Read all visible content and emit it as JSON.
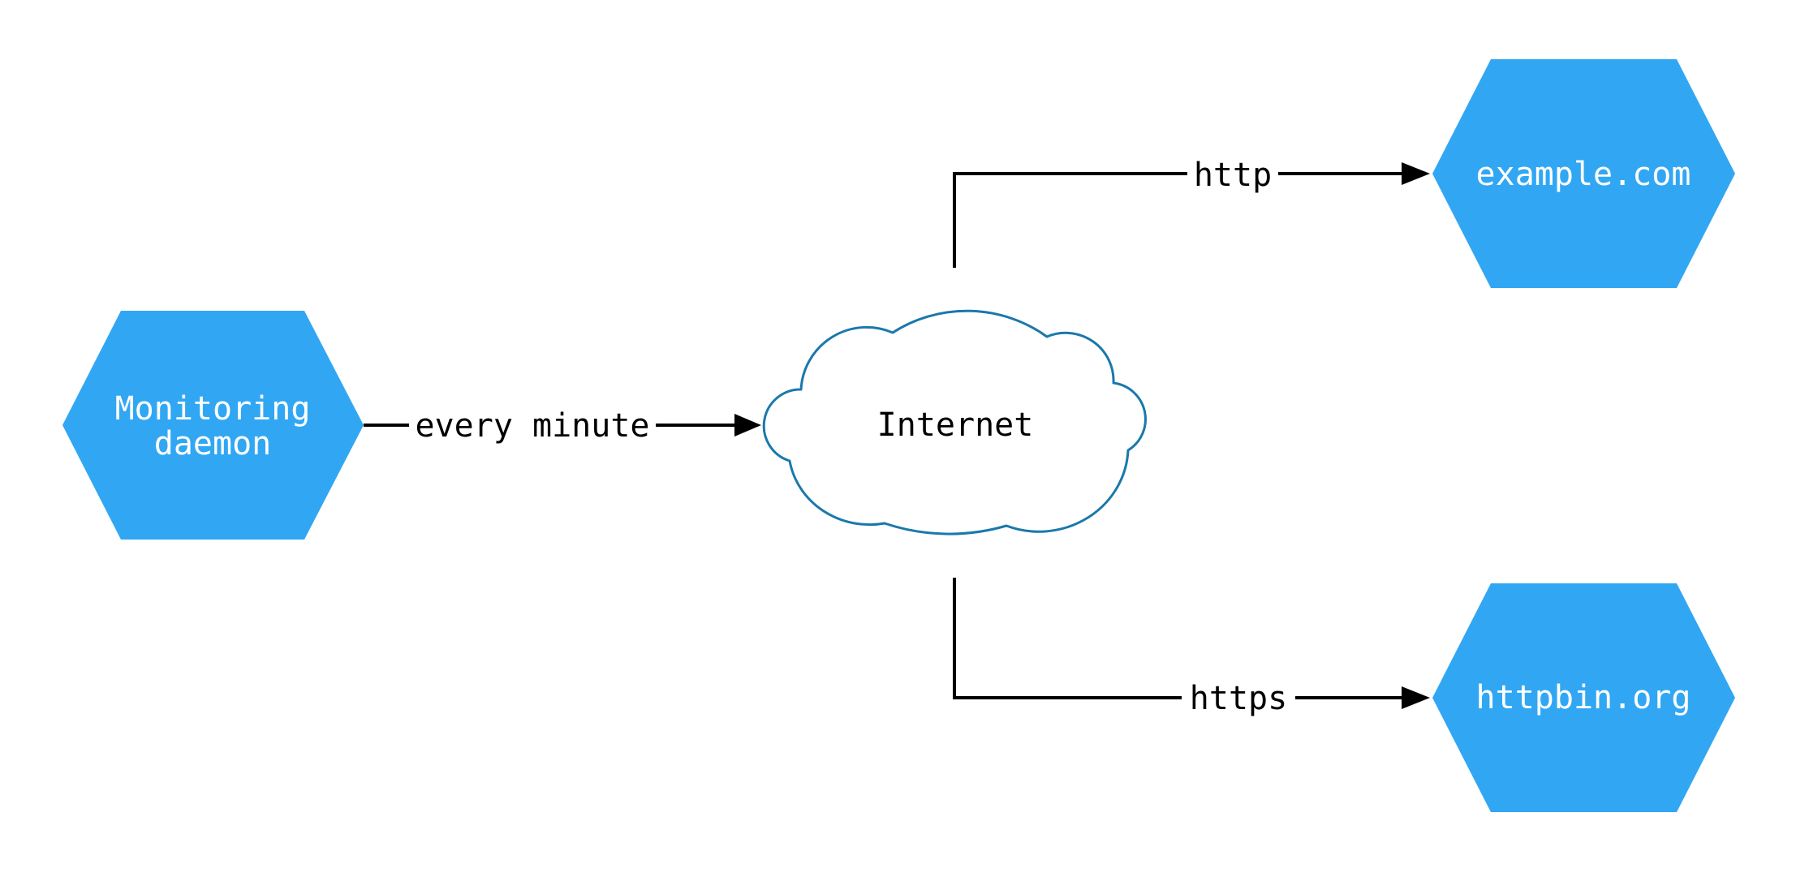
{
  "diagram": {
    "kind": "network-monitoring-flow-diagram",
    "colors": {
      "background": "#ffffff",
      "node_fill": "#31a7f4",
      "node_text": "#ffffff",
      "cloud_fill": "#ffffff",
      "cloud_stroke": "#1a78ab",
      "edge_color": "#000000",
      "label_text": "#000000"
    },
    "nodes": [
      {
        "id": "monitoring-daemon",
        "shape": "hexagon",
        "label_lines": [
          "Monitoring",
          "daemon"
        ]
      },
      {
        "id": "internet",
        "shape": "cloud",
        "label": "Internet"
      },
      {
        "id": "example-com",
        "shape": "hexagon",
        "label": "example.com"
      },
      {
        "id": "httpbin-org",
        "shape": "hexagon",
        "label": "httpbin.org"
      }
    ],
    "edges": [
      {
        "from": "monitoring-daemon",
        "to": "internet",
        "label": "every minute"
      },
      {
        "from": "internet",
        "to": "example-com",
        "label": "http"
      },
      {
        "from": "internet",
        "to": "httpbin-org",
        "label": "https"
      }
    ]
  }
}
